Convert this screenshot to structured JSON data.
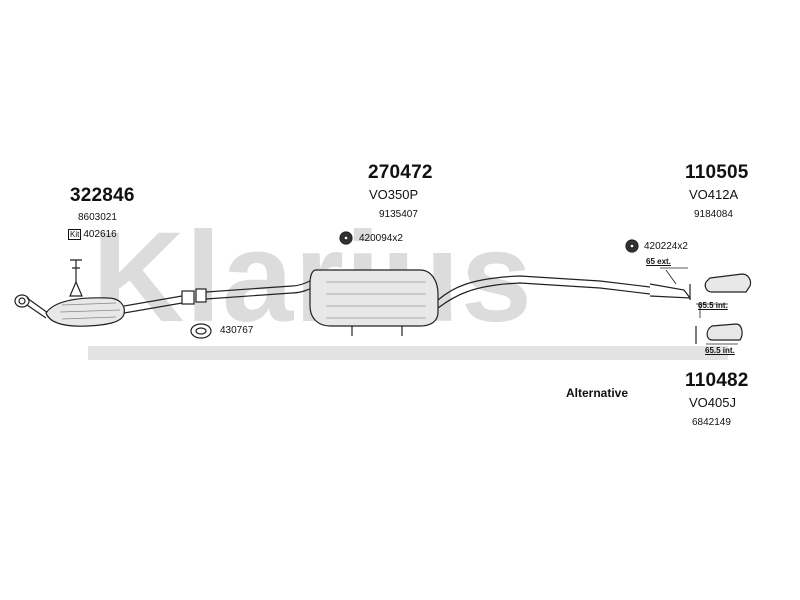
{
  "watermark": "Klarius",
  "parts": {
    "front": {
      "number": "322846",
      "oe": "8603021",
      "kit_tag": "Kit",
      "kit_number": "402616"
    },
    "middle": {
      "number": "270472",
      "code": "VO350P",
      "oe": "9135407",
      "mount": "420094x2"
    },
    "rear": {
      "number": "110505",
      "code": "VO412A",
      "oe": "9184084",
      "mount": "420224x2"
    },
    "clamp": {
      "number": "430767"
    },
    "alternative": {
      "label": "Alternative",
      "number": "110482",
      "code": "VO405J",
      "oe": "6842149"
    }
  },
  "notes": {
    "ext": "65 ext.",
    "int1": "65.5 int.",
    "int2": "65.5 int."
  },
  "colors": {
    "watermark": "#d9d9d9",
    "line": "#222222",
    "fill": "#e8e8e8"
  }
}
